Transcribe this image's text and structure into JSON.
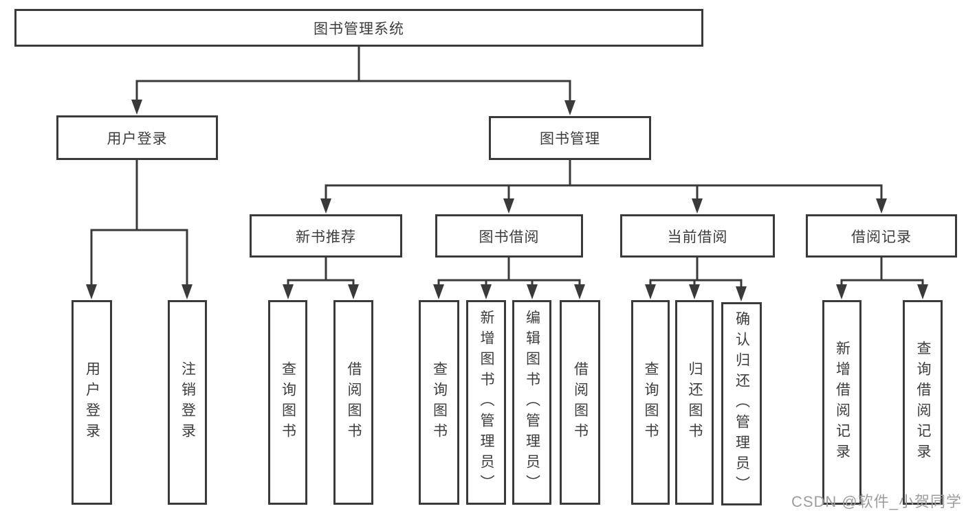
{
  "nodes": {
    "root": "图书管理系统",
    "user_login": "用户登录",
    "book_mgmt": "图书管理",
    "new_book_rec": "新书推荐",
    "book_borrow": "图书借阅",
    "current_borrow": "当前借阅",
    "borrow_record": "借阅记录",
    "leaf_user_login": "用户登录",
    "leaf_logout": "注销登录",
    "leaf_nb_query": "查询图书",
    "leaf_nb_borrow": "借阅图书",
    "leaf_bb_query": "查询图书",
    "leaf_bb_add": "新增图书（管理员）",
    "leaf_bb_edit": "编辑图书（管理员）",
    "leaf_bb_borrow": "借阅图书",
    "leaf_cb_query": "查询图书",
    "leaf_cb_return": "归还图书",
    "leaf_cb_confirm": "确认归还（管理员）",
    "leaf_br_add": "新增借阅记录",
    "leaf_br_query": "查询借阅记录"
  },
  "watermark": "CSDN @软件_小贺同学",
  "colors": {
    "line": "#3a3a3a",
    "text": "#3d3d3d",
    "watermark": "#9d9d9d",
    "background": "#ffffff"
  }
}
